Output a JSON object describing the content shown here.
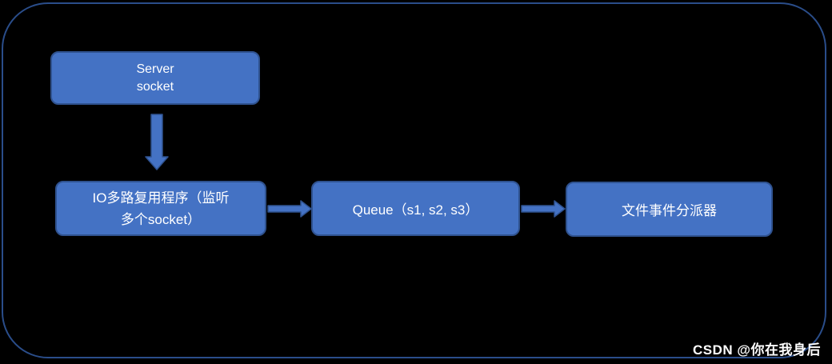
{
  "diagram": {
    "background_color": "#000000",
    "frame_border_color": "#2a4d8a",
    "node_fill_color": "#4472C4",
    "node_border_color": "#2F528F",
    "arrow_color": "#4472C4",
    "text_color": "#FFFFFF",
    "nodes": [
      {
        "id": "server-socket",
        "label": "Server\nsocket"
      },
      {
        "id": "io-multiplexer",
        "label": "IO多路复用程序（监听\n多个socket）"
      },
      {
        "id": "queue",
        "label": "Queue（s1, s2, s3）"
      },
      {
        "id": "file-event-dispatcher",
        "label": "文件事件分派器"
      }
    ],
    "edges": [
      {
        "from": "server-socket",
        "to": "io-multiplexer",
        "direction": "down"
      },
      {
        "from": "io-multiplexer",
        "to": "queue",
        "direction": "right"
      },
      {
        "from": "queue",
        "to": "file-event-dispatcher",
        "direction": "right"
      }
    ],
    "watermark": "CSDN @你在我身后"
  }
}
